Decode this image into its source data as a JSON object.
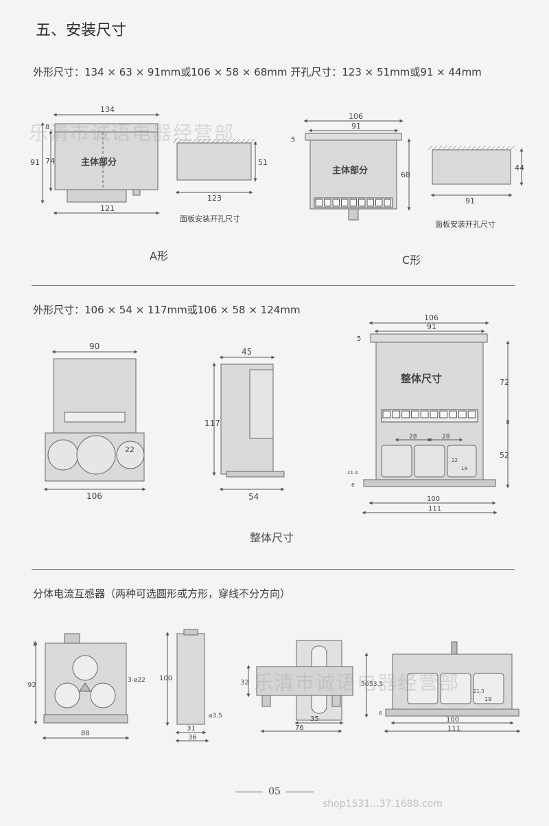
{
  "heading": "五、安装尺寸",
  "spec_line1": "外形尺寸：134 × 63 × 91mm或106 × 58 × 68mm   开孔尺寸：123 × 51mm或91 × 44mm",
  "spec_line2": "外形尺寸：106 × 54 × 117mm或106 × 58 × 124mm",
  "section3_title": "分体电流互感器（两种可选圆形或方形，穿线不分方向）",
  "type_a": {
    "label": "A形",
    "body_text": "主体部分",
    "cutout_caption": "面板安装开孔尺寸",
    "dims": {
      "w_top": "134",
      "w_bottom": "121",
      "h_total": "91",
      "h_body": "74",
      "h_top": "8",
      "cut_w": "123",
      "cut_h": "51"
    }
  },
  "type_c": {
    "label": "C形",
    "body_text": "主体部分",
    "cutout_caption": "面板安装开孔尺寸",
    "dims": {
      "w_outer": "106",
      "w_inner": "91",
      "h_top": "5",
      "h": "68",
      "cut_w": "91",
      "cut_h": "44"
    }
  },
  "integral": {
    "caption": "整体尺寸",
    "front": {
      "w_top": "90",
      "w_bottom": "106",
      "hole": "22"
    },
    "side": {
      "w_top": "45",
      "w_bottom": "54",
      "h": "117"
    },
    "right": {
      "title": "整体尺寸",
      "w_outer": "106",
      "w_inner": "91",
      "h_top": "5",
      "h_upper": "72",
      "h_lower": "52",
      "gap1": "28",
      "gap2": "28",
      "w100": "100",
      "w111": "111",
      "small22": "22",
      "small19": "19",
      "small214": "21.4",
      "small6": "6"
    }
  },
  "ct": {
    "front": {
      "h_top": "8",
      "h": "92",
      "w": "88",
      "holes": "3-⌀22"
    },
    "side": {
      "h": "100",
      "w31": "31",
      "w36": "36",
      "hole": "⌀3.5"
    },
    "rail": {
      "h": "32",
      "w35": "35",
      "w76": "76"
    },
    "square": {
      "h50": "50",
      "h535": "53.5",
      "w100": "100",
      "w111": "111",
      "s213": "21.3",
      "s19": "19",
      "s6": "6"
    }
  },
  "page_number": "05",
  "watermark": "乐清市诚语电器经营部",
  "url_fragment": "shop1531...37.1688.com"
}
